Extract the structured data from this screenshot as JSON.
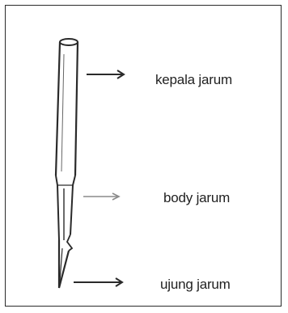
{
  "labels": {
    "head": "kepala jarum",
    "body": "body jarum",
    "tip": "ujung jarum"
  },
  "colors": {
    "stroke": "#2a2a2a",
    "text": "#222222",
    "background": "#ffffff"
  },
  "icons": [
    "needle-illustration",
    "arrow-right-icon"
  ]
}
